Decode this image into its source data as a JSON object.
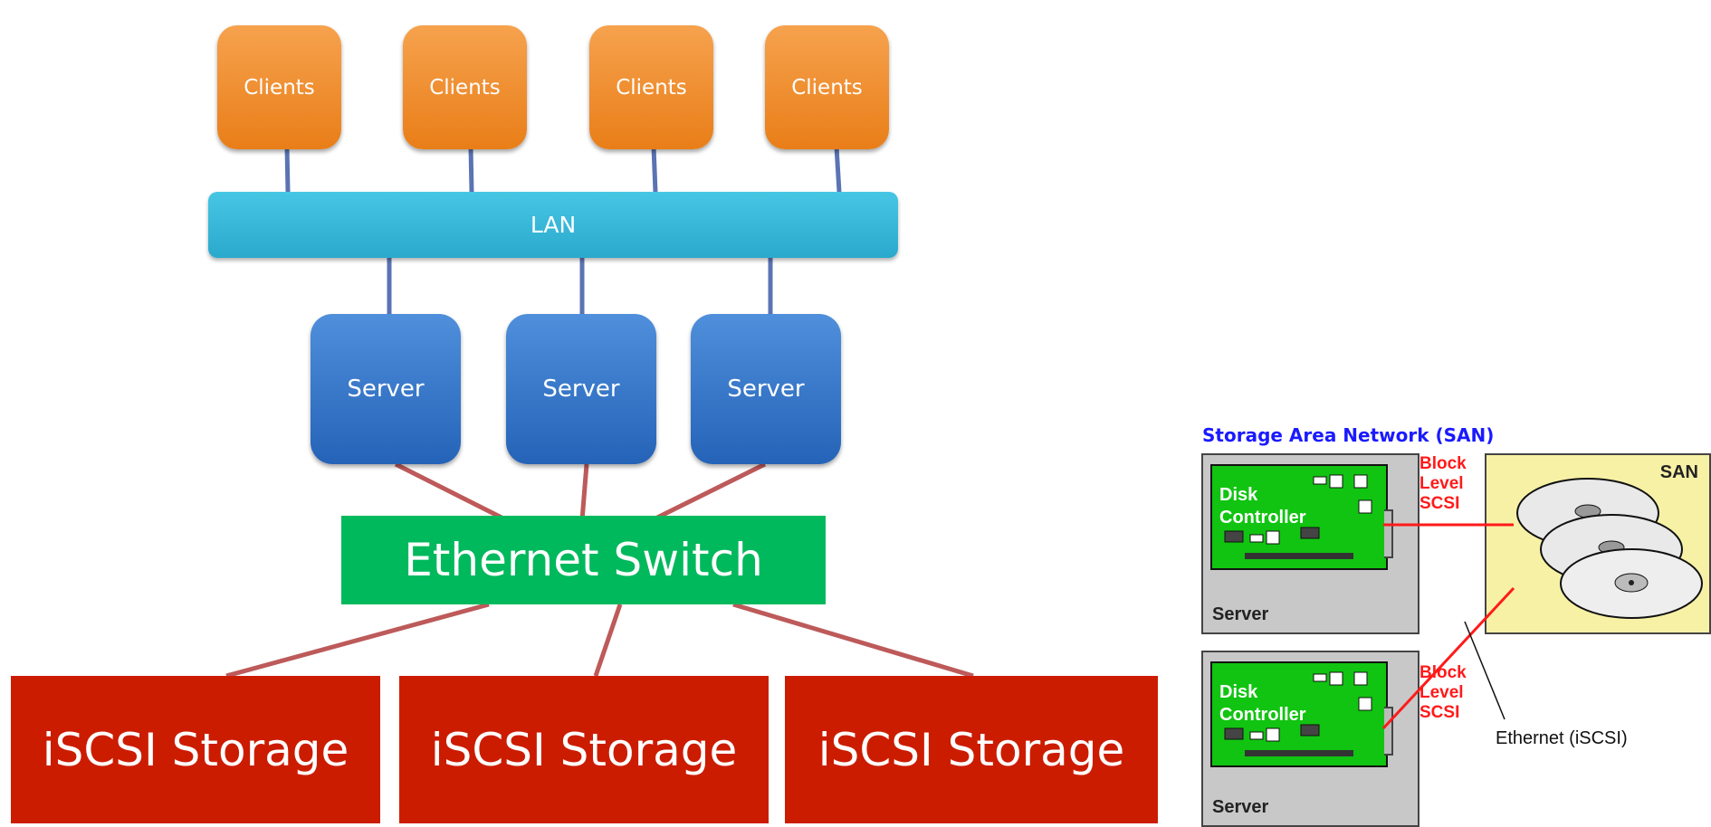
{
  "left": {
    "clients": [
      "Clients",
      "Clients",
      "Clients",
      "Clients"
    ],
    "lan": "LAN",
    "servers": [
      "Server",
      "Server",
      "Server"
    ],
    "switch": "Ethernet Switch",
    "storage": [
      "iSCSI Storage",
      "iSCSI Storage",
      "iSCSI Storage"
    ]
  },
  "right": {
    "title": "Storage Area Network (SAN)",
    "disk_controller_lines": [
      "Disk",
      "Controller"
    ],
    "server_label": "Server",
    "block_level_lines": [
      "Block",
      "Level",
      "SCSI"
    ],
    "san_label": "SAN",
    "ethernet_label": "Ethernet (iSCSI)"
  },
  "colors": {
    "client": "#e97e18",
    "lan": "#2aa9cd",
    "server": "#2563b8",
    "switch": "#00b95c",
    "storage": "#cc1c00",
    "blue_link": "#5a74b3",
    "red_link": "#bd5a5a",
    "san_title": "#1a1aff",
    "block_text": "#ff1a1a"
  }
}
